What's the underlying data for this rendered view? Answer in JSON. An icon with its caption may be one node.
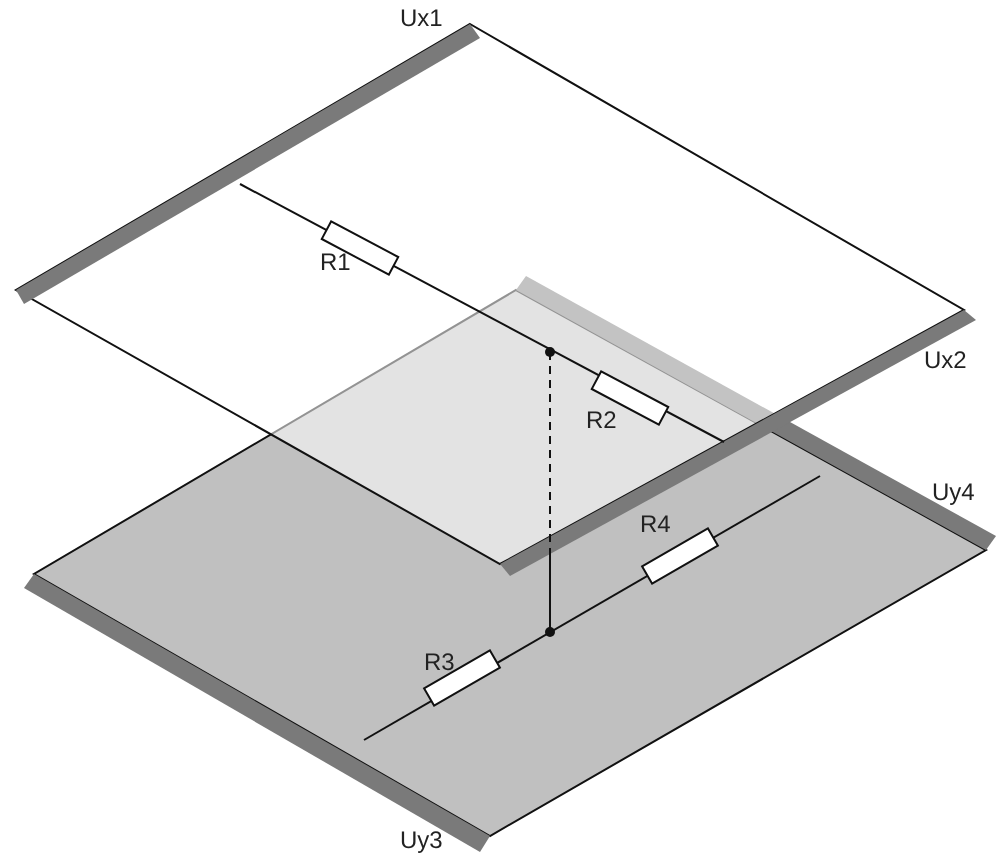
{
  "diagram": {
    "labels": [
      "Ux1",
      "R1",
      "Ux2",
      "R2",
      "Uy4",
      "R4",
      "R3",
      "Uy3"
    ]
  }
}
